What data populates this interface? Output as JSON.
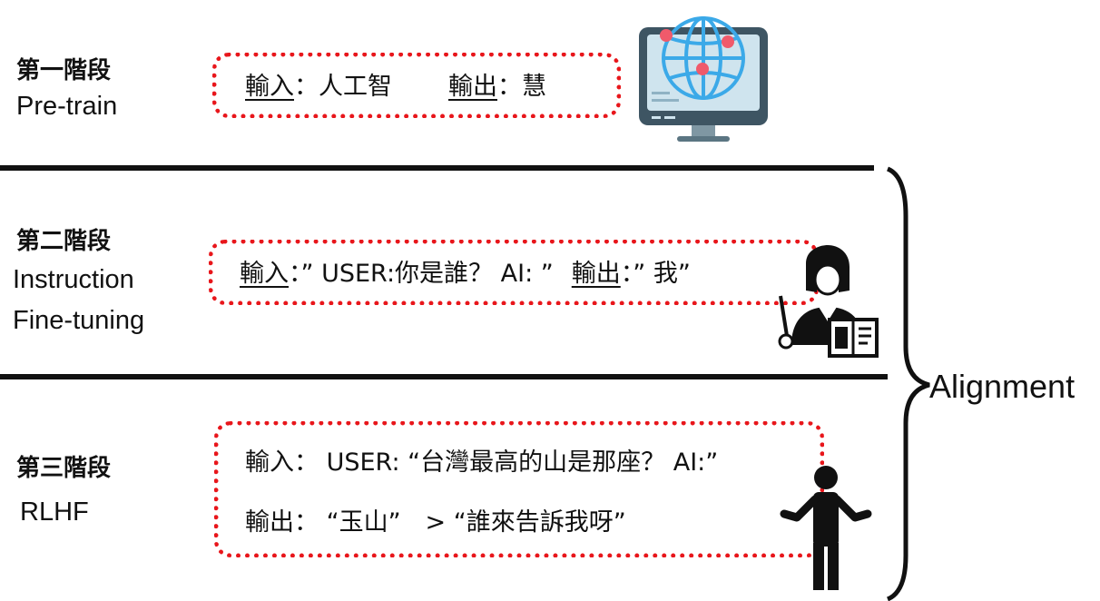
{
  "stages": [
    {
      "title": "第一階段",
      "subtitle_lines": [
        "Pre-train"
      ],
      "input_label": "輸入",
      "input_value": "：人工智",
      "output_label": "輸出",
      "output_value": "：慧"
    },
    {
      "title": "第二階段",
      "subtitle_lines": [
        "Instruction",
        "Fine-tuning"
      ],
      "input_label": "輸入",
      "input_value": "：” USER:你是誰？ AI: ”",
      "output_label": "輸出",
      "output_value": "：” 我”"
    },
    {
      "title": "第三階段",
      "subtitle_lines": [
        "RLHF"
      ],
      "input_line": "輸入： USER: “台灣最高的山是那座？ AI:”",
      "output_line": "輸出： “玉山”　> “誰來告訴我呀”"
    }
  ],
  "bracket_label": "Alignment",
  "icons": {
    "stage1": "globe-monitor-icon",
    "stage2": "teacher-icon",
    "stage3": "person-icon"
  },
  "colors": {
    "dotted_border": "#e8161b",
    "monitor_screen": "#cfe4ee",
    "monitor_frame": "#3e5563",
    "globe": "#3ba9e8",
    "pin": "#f05a6b",
    "figure": "#111111"
  }
}
